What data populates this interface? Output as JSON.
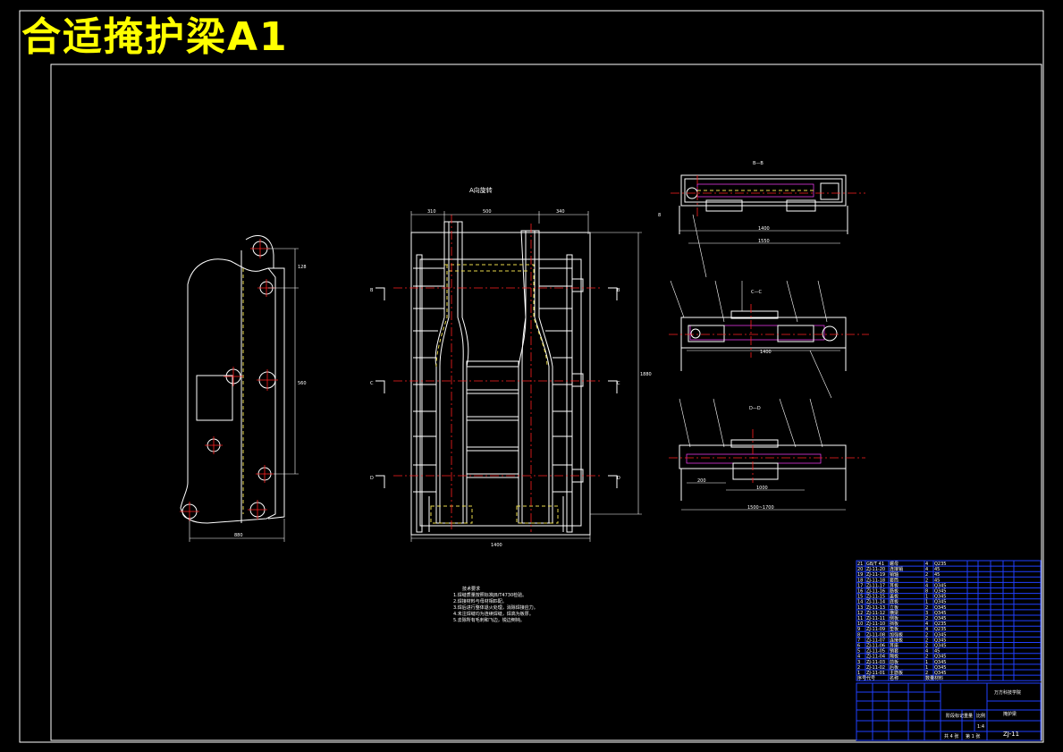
{
  "title": "合适掩护梁A1",
  "view_labels": {
    "a_view": "A向旋转",
    "b_section": "B—B",
    "c_section": "C—C",
    "d_section": "D—D"
  },
  "section_marks": [
    "B",
    "B",
    "C",
    "C",
    "D",
    "D"
  ],
  "tech_req": {
    "heading": "技术要求",
    "lines": [
      "1.焊缝质量按照标准JB/T4730检验。",
      "2.焊接材料与母材相匹配。",
      "3.焊后进行整体退火处理，消除焊接应力。",
      "4.未注焊缝均为连续焊缝，焊高为板厚。",
      "5.去除所有毛刺和飞边，锐边倒钝。"
    ]
  },
  "title_block": {
    "company": "万方科技学院",
    "part_name": "掩护梁",
    "drawing_no": "ZJ-11",
    "scale_label": "比例",
    "scale": "1:4",
    "weight_label": "重量",
    "stage_label": "阶段标记",
    "sheets": "共 4 张",
    "sheet": "第 1 张"
  },
  "bom_rows": [
    {
      "no": "21",
      "code": "GB/T 41",
      "name": "螺母",
      "qty": "4",
      "mat": "Q235"
    },
    {
      "no": "20",
      "code": "ZJ-11-20",
      "name": "连接销",
      "qty": "4",
      "mat": "45"
    },
    {
      "no": "19",
      "code": "ZJ-11-19",
      "name": "销轴",
      "qty": "2",
      "mat": "45"
    },
    {
      "no": "18",
      "code": "ZJ-11-18",
      "name": "套筒",
      "qty": "2",
      "mat": "45"
    },
    {
      "no": "17",
      "code": "ZJ-11-17",
      "name": "耳板",
      "qty": "4",
      "mat": "Q345"
    },
    {
      "no": "16",
      "code": "ZJ-11-16",
      "name": "筋板",
      "qty": "8",
      "mat": "Q345"
    },
    {
      "no": "15",
      "code": "ZJ-11-15",
      "name": "盖板",
      "qty": "1",
      "mat": "Q345"
    },
    {
      "no": "14",
      "code": "ZJ-11-14",
      "name": "底板",
      "qty": "1",
      "mat": "Q345"
    },
    {
      "no": "13",
      "code": "ZJ-11-13",
      "name": "立板",
      "qty": "2",
      "mat": "Q345"
    },
    {
      "no": "12",
      "code": "ZJ-11-12",
      "name": "横梁",
      "qty": "3",
      "mat": "Q345"
    },
    {
      "no": "11",
      "code": "ZJ-11-11",
      "name": "侧板",
      "qty": "2",
      "mat": "Q345"
    },
    {
      "no": "10",
      "code": "ZJ-11-10",
      "name": "挡板",
      "qty": "4",
      "mat": "Q235"
    },
    {
      "no": "9",
      "code": "ZJ-11-09",
      "name": "垫板",
      "qty": "4",
      "mat": "Q235"
    },
    {
      "no": "8",
      "code": "ZJ-11-08",
      "name": "加强板",
      "qty": "2",
      "mat": "Q345"
    },
    {
      "no": "7",
      "code": "ZJ-11-07",
      "name": "连接板",
      "qty": "2",
      "mat": "Q345"
    },
    {
      "no": "6",
      "code": "ZJ-11-06",
      "name": "耳座",
      "qty": "2",
      "mat": "Q345"
    },
    {
      "no": "5",
      "code": "ZJ-11-05",
      "name": "销套",
      "qty": "4",
      "mat": "45"
    },
    {
      "no": "4",
      "code": "ZJ-11-04",
      "name": "隔板",
      "qty": "2",
      "mat": "Q345"
    },
    {
      "no": "3",
      "code": "ZJ-11-03",
      "name": "前板",
      "qty": "1",
      "mat": "Q345"
    },
    {
      "no": "2",
      "code": "ZJ-11-02",
      "name": "后板",
      "qty": "1",
      "mat": "Q345"
    },
    {
      "no": "1",
      "code": "ZJ-11-01",
      "name": "主筋板",
      "qty": "2",
      "mat": "Q345"
    }
  ],
  "bom_header": {
    "no": "序号",
    "code": "代号",
    "name": "名称",
    "qty": "数量",
    "mat": "材料"
  },
  "colors": {
    "background": "#000000",
    "title": "#ffff00",
    "line": "#ffffff",
    "center": "#ff2020",
    "hidden": "#e8d84a",
    "table": "#2040ff"
  }
}
